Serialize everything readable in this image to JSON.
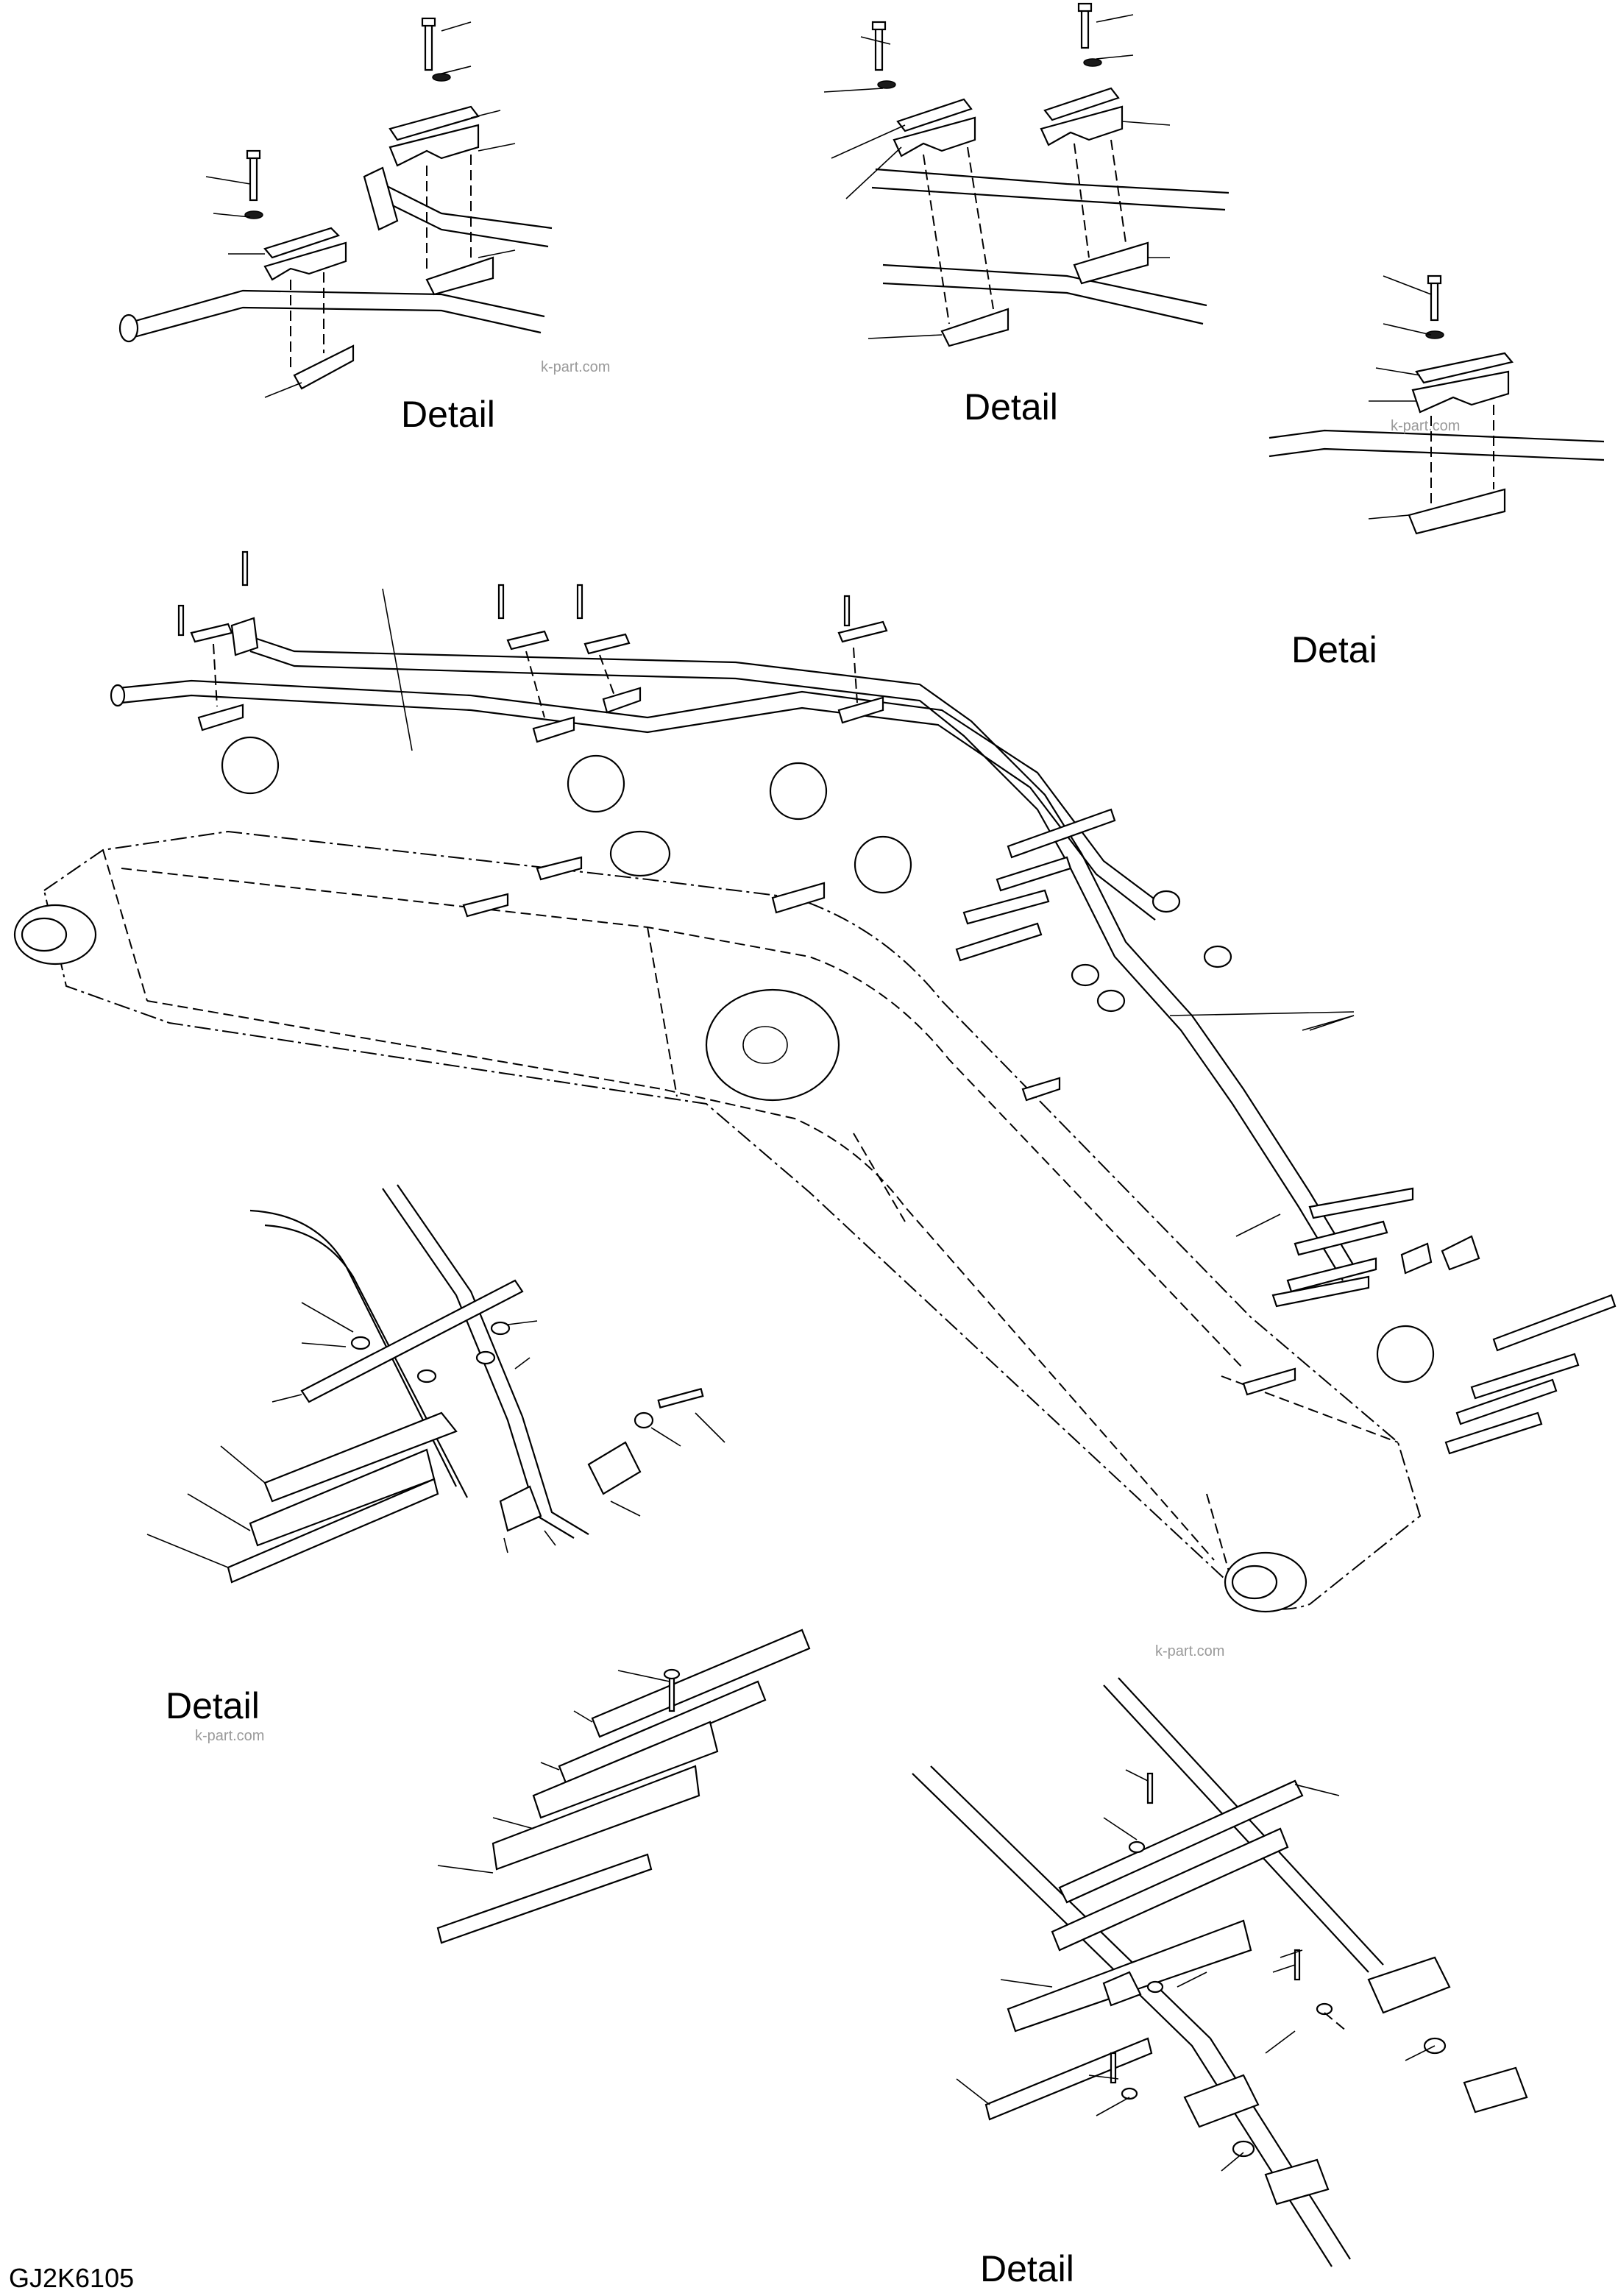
{
  "detail_labels": [
    "Detail",
    "Detail",
    "Detai",
    "Detail",
    "Detail"
  ],
  "drawing_code": "GJ2K6105",
  "watermark": "k-part.com"
}
